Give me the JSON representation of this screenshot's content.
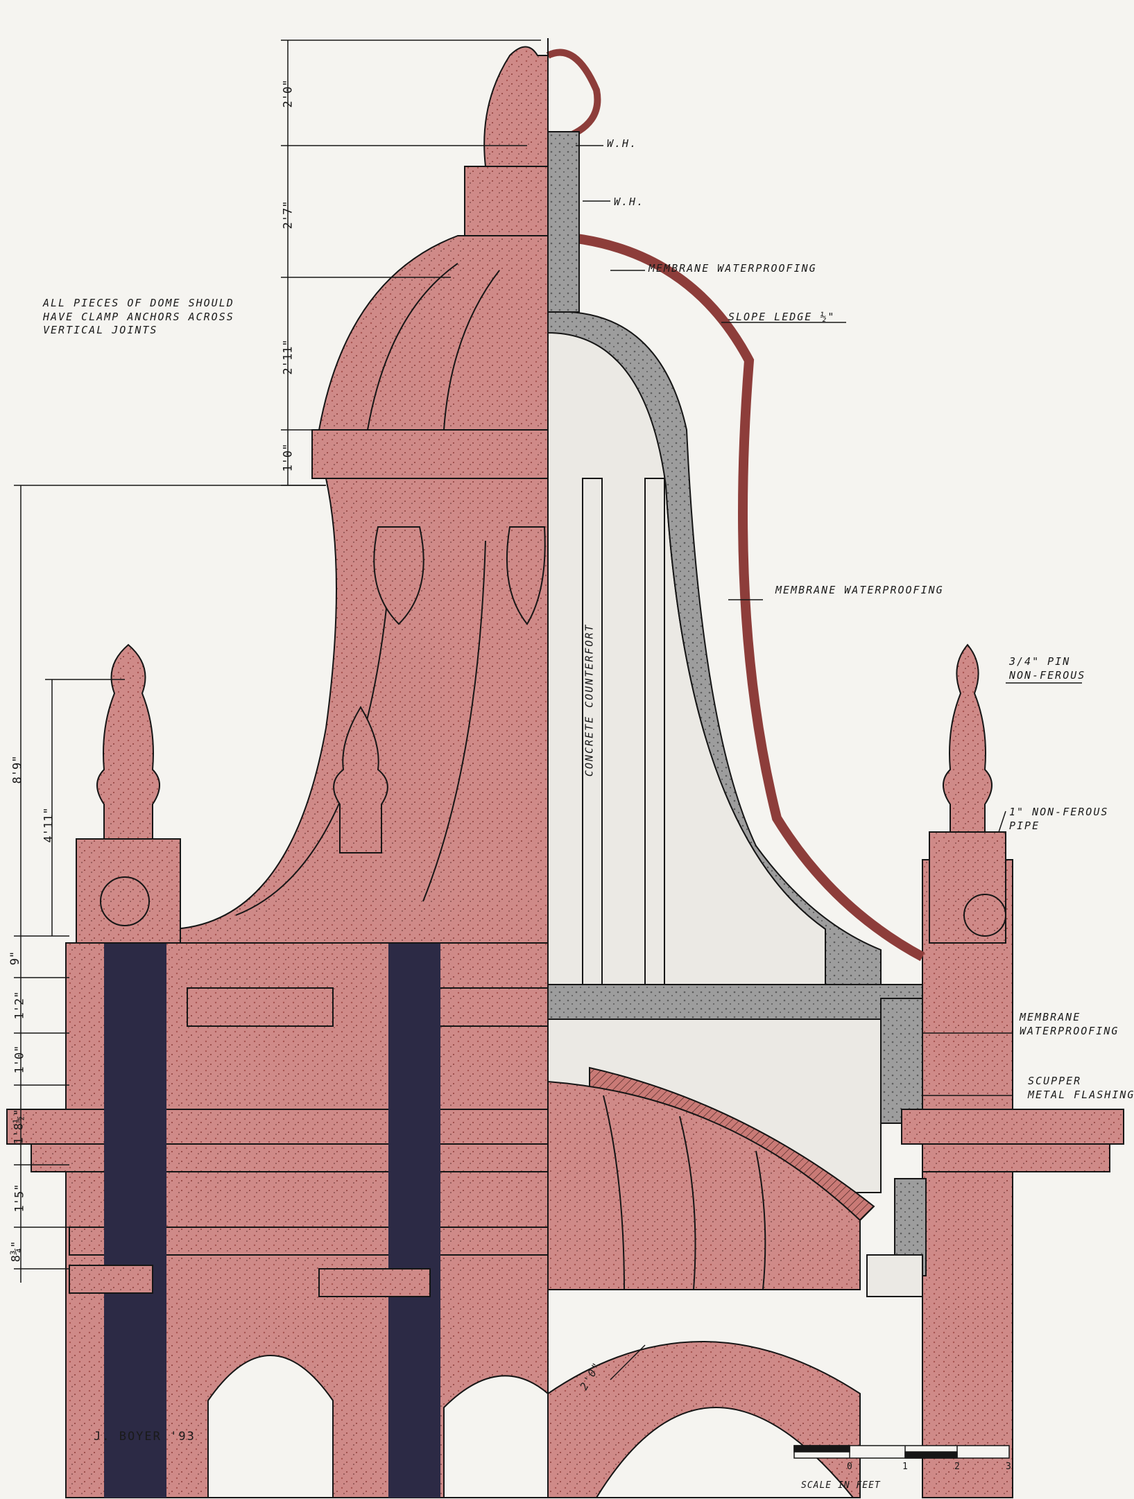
{
  "notes": {
    "general": [
      "ALL PIECES OF DOME SHOULD",
      "HAVE CLAMP ANCHORS ACROSS",
      "VERTICAL JOINTS"
    ]
  },
  "callouts": {
    "wh1": "W.H.",
    "wh2": "W.H.",
    "membrane1": "MEMBRANE WATERPROOFING",
    "slope": "SLOPE LEDGE ½\"",
    "membrane2": "MEMBRANE WATERPROOFING",
    "pin": [
      "3/4\" PIN",
      "NON-FEROUS"
    ],
    "pipe": [
      "1\" NON-FEROUS",
      "PIPE"
    ],
    "membrane3": [
      "MEMBRANE",
      "WATERPROOFING"
    ],
    "scupper": [
      "SCUPPER",
      "METAL FLASHING"
    ],
    "counterfort": "CONCRETE COUNTERFORT",
    "arch_dim": "2'0\""
  },
  "dimensions": {
    "top": [
      "2'0\"",
      "2'7\"",
      "2'11\"",
      "1'0\""
    ],
    "left_outer": "8'9\"",
    "left_inner": "4'11\"",
    "base": [
      "9\"",
      "1'2\"",
      "1'0\"",
      "1'8½\"",
      "1'5\"",
      "8¾\""
    ]
  },
  "signature": "J. BOYER '93",
  "scale": {
    "label": "SCALE IN FEET",
    "ticks": [
      "0",
      "1",
      "2",
      "3"
    ]
  },
  "colors": {
    "stone": "#cf8a88",
    "stone_dark": "#a85552",
    "ink": "#161616",
    "shadow": "#2c2a45",
    "concrete": "#9a9a9a",
    "void": "#ebe9e4",
    "paper": "#f5f4f0"
  }
}
